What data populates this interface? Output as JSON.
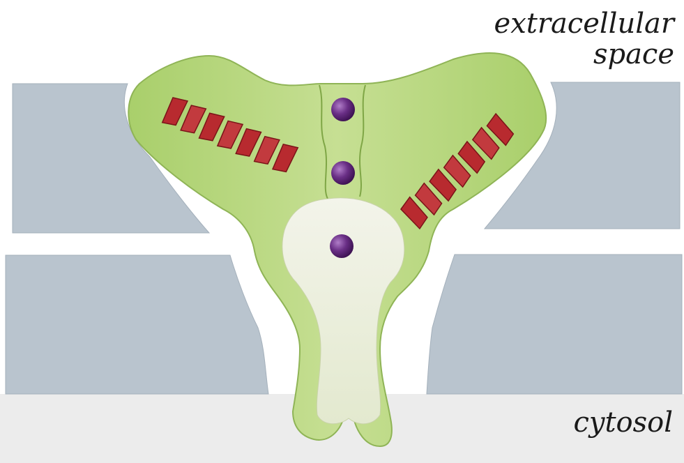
{
  "labels": {
    "extracellular_line1": "extracellular",
    "extracellular_line2": "space",
    "cytosol": "cytosol"
  },
  "colors": {
    "membrane": "#b9c4ce",
    "membrane_edge": "#9aa7b3",
    "cytosol_band": "#eaebea",
    "protein": "#b8d77f",
    "protein_edge": "#8fb456",
    "pore": "#f1f2e6",
    "helix": "#b82a2f",
    "helix_dark": "#7a1418",
    "ion": "#6a2f86"
  },
  "icons": {
    "helix": "alpha-helix-icon",
    "ion": "ion-sphere-icon"
  }
}
